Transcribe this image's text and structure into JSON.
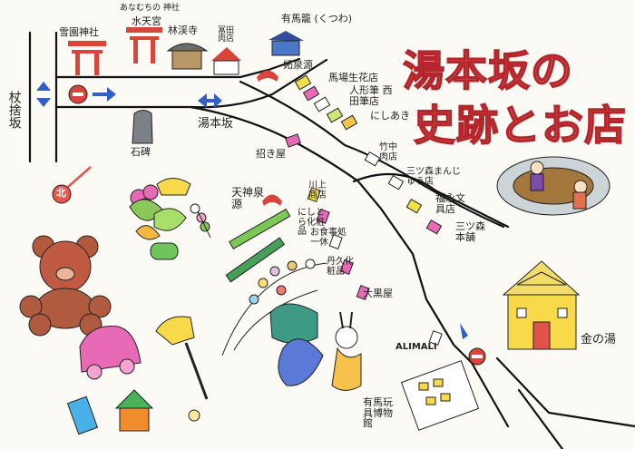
{
  "title": {
    "line1": "湯本坂の",
    "line2": "史跡とお店"
  },
  "roads": {
    "vertical_road": "杖捨坂",
    "slope": "湯本坂"
  },
  "places": {
    "shrine_1": "雪園神社",
    "shrine_2_sub": "あなむちの 神社",
    "shrine_2": "水天宮",
    "temple": "林渓寺",
    "tomita_meat": "冨田肉店",
    "arima_kago": "有馬籠 (くつわ)",
    "monument": "石碑",
    "myoken_spring": "妬泉源",
    "uma_flower": "馬場生花店",
    "ningyo_fude": "人形筆 西田筆店",
    "nishiki": "にしあき",
    "maneki": "招き屋",
    "takenaka": "竹中肉店",
    "mitsumori_manju": "三ツ森まんじゅう店",
    "fukunaga": "福永文具店",
    "mitsumori_honpo": "三ツ森本舗",
    "tenjin_spring": "天神泉源",
    "kawakami": "川上商店",
    "nishitora": "にしとら化粧品",
    "oshokuji": "お食事処一休",
    "tanba": "丹久化粧品",
    "omiya": "大黒屋",
    "alimali": "ALIMALI",
    "toy_museum": "有馬玩具博物館",
    "kin_no_yu": "金の湯",
    "north": "北"
  }
}
